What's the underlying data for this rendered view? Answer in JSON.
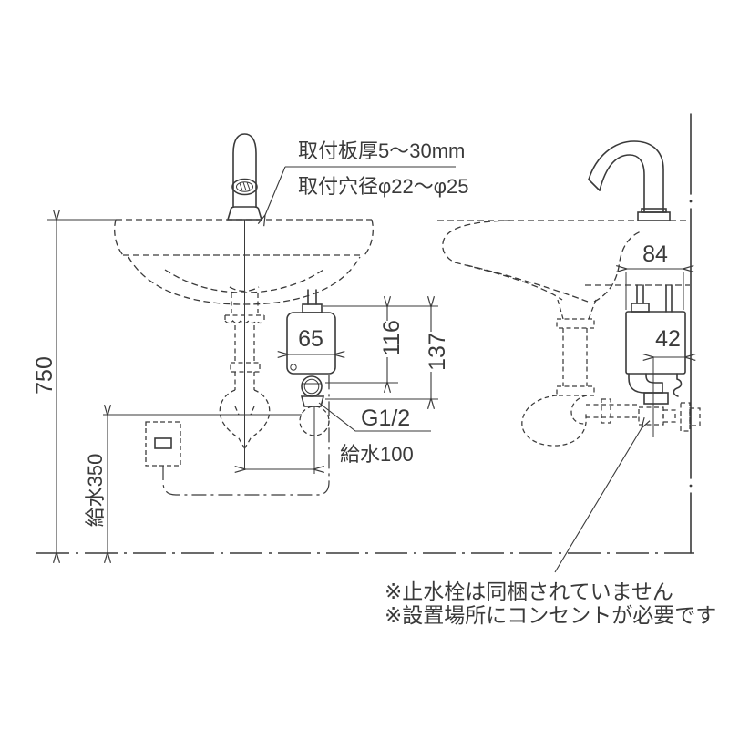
{
  "annotations": {
    "plate_thickness": "取付板厚5～30mm",
    "hole_diameter": "取付穴径φ22～φ25"
  },
  "front_view": {
    "height_overall": "750",
    "supply_height": "給水350",
    "box_width": "65",
    "height_116": "116",
    "height_137": "137",
    "thread_size": "G1/2",
    "supply_offset": "給水100"
  },
  "side_view": {
    "width_84": "84",
    "depth_42": "42"
  },
  "notes": {
    "stop_valve": "※止水栓は同梱されていません",
    "outlet": "※設置場所にコンセントが必要です"
  },
  "colors": {
    "line": "#3a3a3a",
    "background": "#ffffff"
  }
}
